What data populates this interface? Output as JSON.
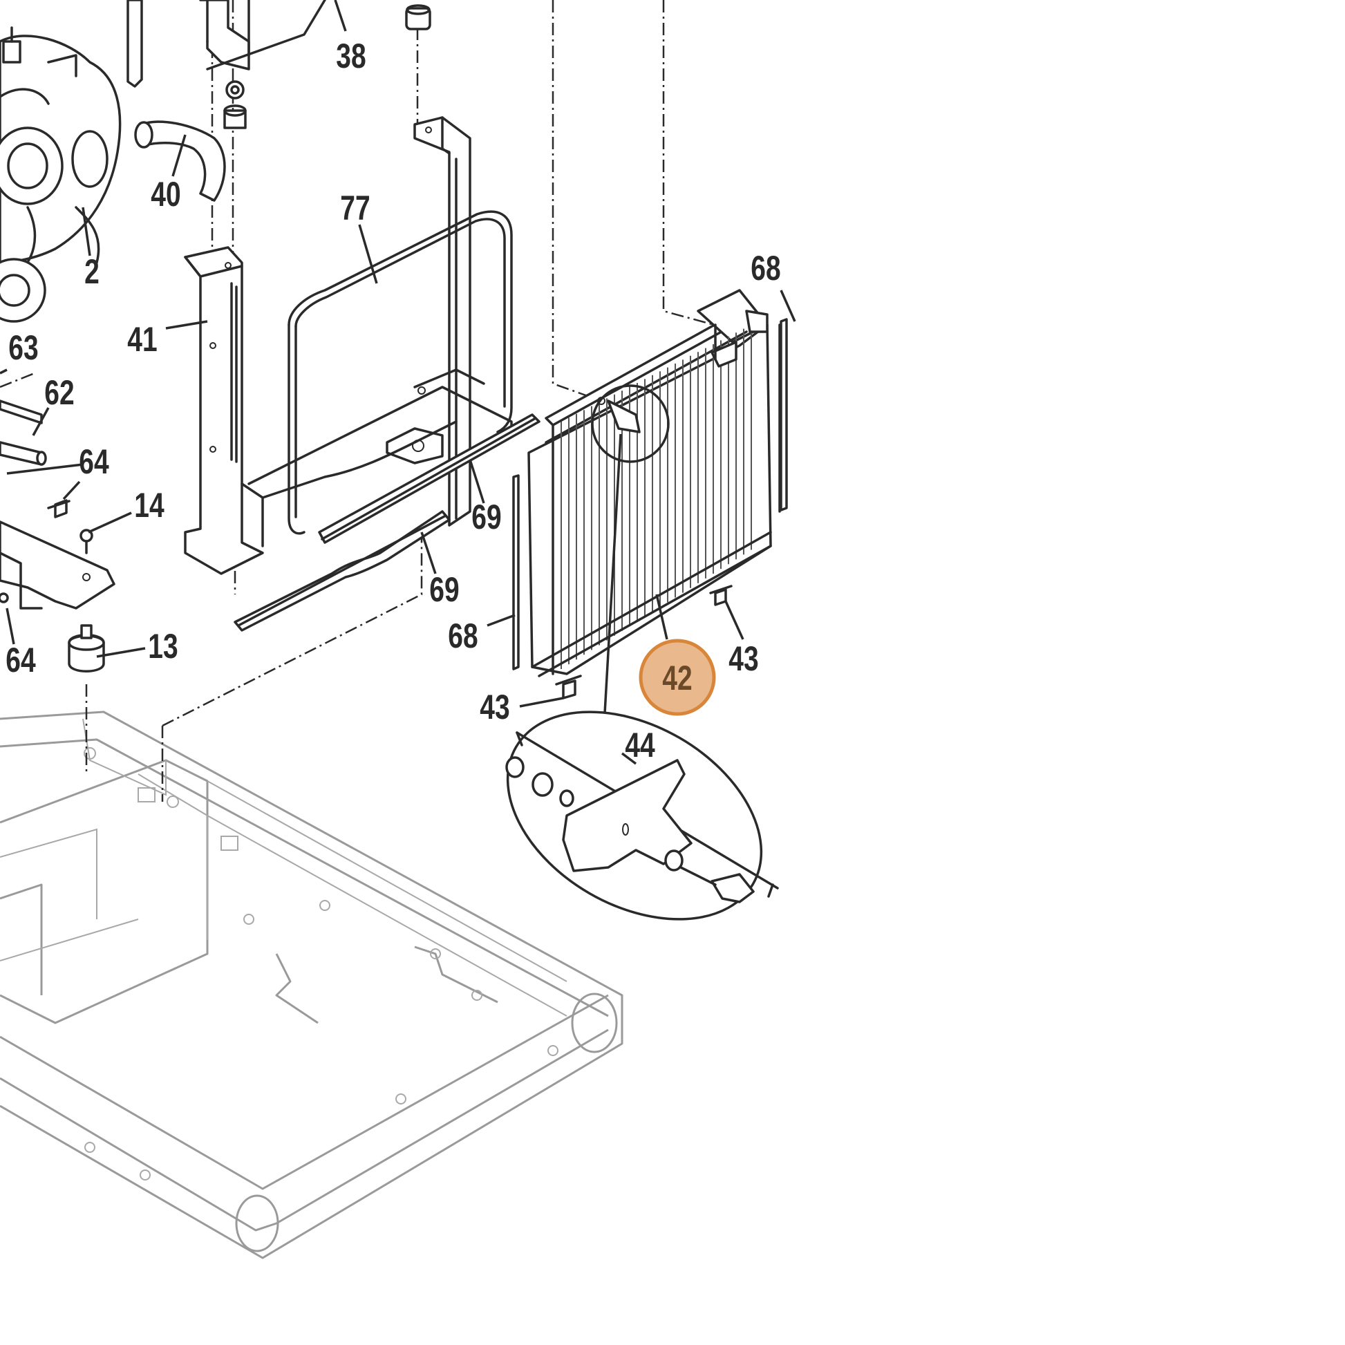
{
  "callouts": [
    {
      "id": "38",
      "text": "38"
    },
    {
      "id": "40",
      "text": "40"
    },
    {
      "id": "2",
      "text": "2"
    },
    {
      "id": "77",
      "text": "77"
    },
    {
      "id": "41",
      "text": "41"
    },
    {
      "id": "63",
      "text": "63"
    },
    {
      "id": "62",
      "text": "62"
    },
    {
      "id": "64a",
      "text": "64"
    },
    {
      "id": "14",
      "text": "14"
    },
    {
      "id": "64b",
      "text": "64"
    },
    {
      "id": "13",
      "text": "13"
    },
    {
      "id": "69a",
      "text": "69"
    },
    {
      "id": "69b",
      "text": "69"
    },
    {
      "id": "68a",
      "text": "68"
    },
    {
      "id": "68b",
      "text": "68"
    },
    {
      "id": "42",
      "text": "42"
    },
    {
      "id": "43a",
      "text": "43"
    },
    {
      "id": "43b",
      "text": "43"
    },
    {
      "id": "44",
      "text": "44"
    }
  ],
  "highlight": {
    "callout": "42",
    "fill": "#e9b98d",
    "stroke": "#d9863a"
  },
  "colors": {
    "ink": "#2a2a2a",
    "frame": "#9a9a9a"
  }
}
